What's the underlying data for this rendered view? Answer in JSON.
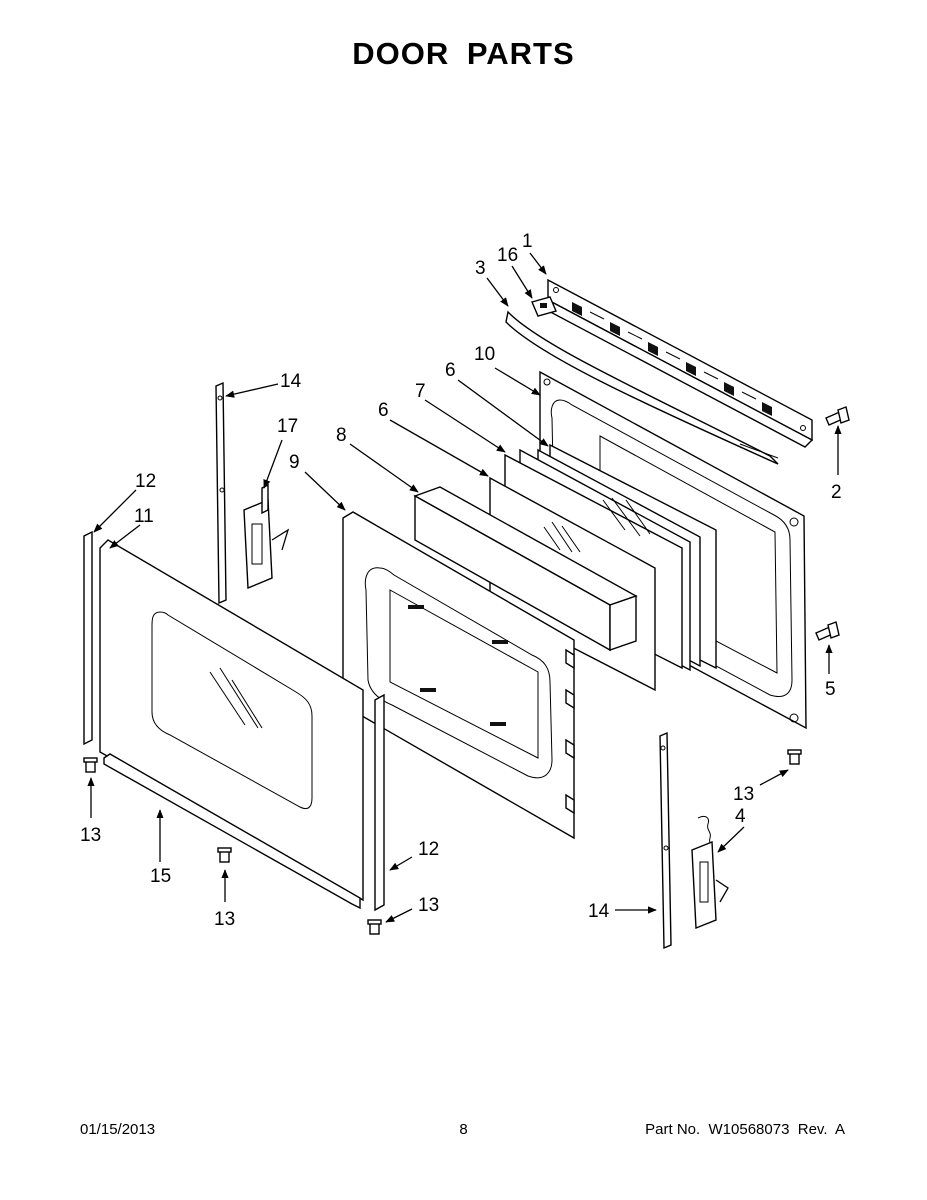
{
  "title": "DOOR PARTS",
  "callouts": [
    "1",
    "2",
    "3",
    "4",
    "5",
    "6",
    "6",
    "7",
    "8",
    "9",
    "10",
    "11",
    "12",
    "12",
    "13",
    "13",
    "13",
    "13",
    "14",
    "14",
    "15",
    "16",
    "17"
  ],
  "footer": {
    "date": "01/15/2013",
    "page": "8",
    "part_no": "Part No.  W10568073  Rev.  A"
  }
}
